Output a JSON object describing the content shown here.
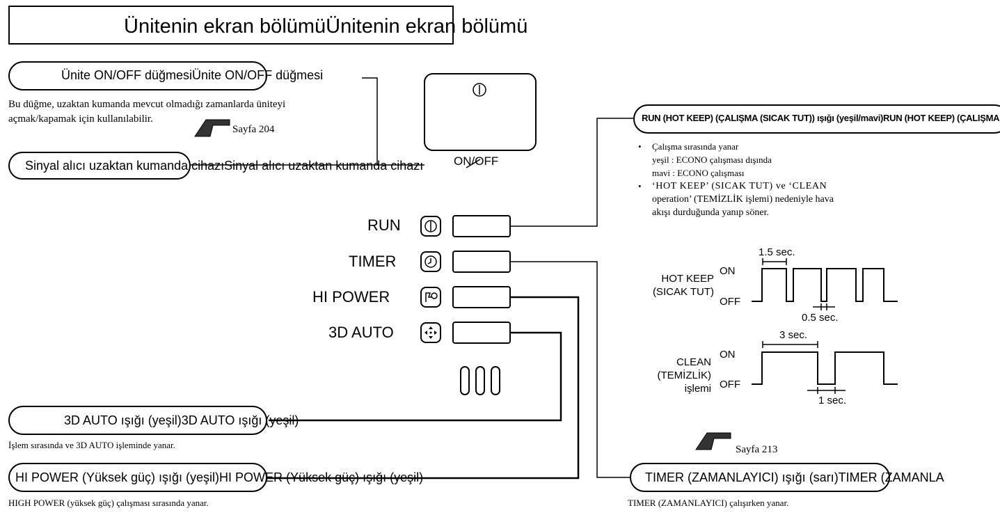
{
  "title": "Ünitenin ekran bölümüÜnitenin ekran bölümü",
  "onoff_button": {
    "label": "Ünite ON/OFF düğmesiÜnite ON/OFF düğmesi",
    "desc_line1": "Bu düğme, uzaktan kumanda mevcut olmadığı zamanlarda üniteyi",
    "desc_line2": "açmak/kapamak için kullanılabilir.",
    "page_ref": "Sayfa 204"
  },
  "receiver": {
    "label": "Sinyal alıcı uzaktan kumanda cihazıSinyal alıcı uzaktan kumanda cihazı"
  },
  "unit_panel": {
    "button_caption": "ON/OFF"
  },
  "lamps": [
    {
      "label": "RUN",
      "icon": "power-icon"
    },
    {
      "label": "TIMER",
      "icon": "clock-icon"
    },
    {
      "label": "HI POWER",
      "icon": "hipower-icon"
    },
    {
      "label": "3D AUTO",
      "icon": "arrows-icon"
    }
  ],
  "run_light": {
    "label": "RUN (HOT KEEP) (ÇALIŞMA (SICAK TUT)) ışığı (yeşil/mavi)RUN (HOT KEEP) (ÇALIŞMA",
    "bullet1": "Çalışma sırasında yanar",
    "green": "yeşil : ECONO çalışması dışında",
    "blue": "mavi : ECONO çalışması",
    "bullet2_line1": "‘HOT KEEP’ (SICAK TUT) ve ‘CLEAN",
    "bullet2_line2": "operation’ (TEMİZLİK işlemi) nedeniyle hava",
    "bullet2_line3": "akışı durduğunda yanıp söner."
  },
  "timing": {
    "hot_keep_label_1": "HOT KEEP",
    "hot_keep_label_2": "(SICAK TUT)",
    "hot_keep_on_time": "1.5 sec.",
    "hot_keep_off_time": "0.5 sec.",
    "clean_label_1": "CLEAN",
    "clean_label_2": "(TEMİZLİK)",
    "clean_label_3": "işlemi",
    "clean_on_time": "3 sec.",
    "clean_off_time": "1 sec.",
    "on": "ON",
    "off": "OFF"
  },
  "page_ref_2": "Sayfa 213",
  "auto3d_light": {
    "label": "3D AUTO ışığı (yeşil)3D AUTO ışığı (yeşil)",
    "desc": "İşlem sırasında ve 3D AUTO işleminde yanar."
  },
  "hipower_light": {
    "label": "HI POWER (Yüksek güç) ışığı (yeşil)HI POWER (Yüksek güç) ışığı (yeşil)",
    "desc": "HIGH POWER (yüksek güç) çalışması sırasında yanar."
  },
  "timer_light": {
    "label": "TIMER (ZAMANLAYICI) ışığı (sarı)TIMER (ZAMANLA",
    "desc": "TIMER (ZAMANLAYICI) çalışırken yanar."
  }
}
